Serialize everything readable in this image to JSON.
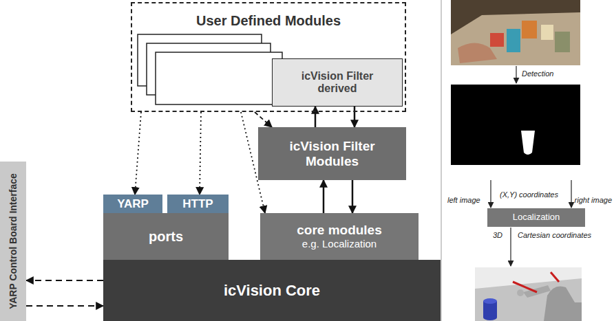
{
  "diagram": {
    "nodes": [
      {
        "text": [
          "User Defined Modules"
        ]
      },
      {
        "text": [
          "icVision Filter derived"
        ],
        "in": 0
      },
      {
        "text": [
          "icVision Filter Modules"
        ]
      },
      {
        "text": [
          "YARP"
        ]
      },
      {
        "text": [
          "HTTP"
        ]
      },
      {
        "text": [
          "ports"
        ]
      },
      {
        "text": [
          "core modules",
          "e.g. Localization"
        ]
      },
      {
        "text": [
          "icVision Core"
        ]
      },
      {
        "text": [
          "YARP Control Board Interface"
        ]
      },
      {
        "text": [
          "Localization"
        ]
      }
    ],
    "edges": [
      {
        "from": 0,
        "to": 3,
        "arrow": "to"
      },
      {
        "from": 0,
        "to": 4,
        "arrow": "to"
      },
      {
        "from": 0,
        "to": 6,
        "arrow": "to"
      },
      {
        "from": 0,
        "to": 2,
        "arrow": "to"
      },
      {
        "from": 2,
        "to": 1,
        "arrow": "to"
      },
      {
        "from": 1,
        "to": 2,
        "arrow": "to"
      },
      {
        "from": 6,
        "to": 2,
        "arrow": "to"
      },
      {
        "from": 2,
        "to": 6,
        "arrow": "to"
      },
      {
        "from": 7,
        "to": 8,
        "arrow": "to"
      },
      {
        "from": 8,
        "to": 7,
        "arrow": "to"
      }
    ],
    "labels": [
      "Detection",
      "left image",
      "(X,Y) coordinates",
      "right image",
      "3D",
      "Cartesian coordinates"
    ]
  }
}
